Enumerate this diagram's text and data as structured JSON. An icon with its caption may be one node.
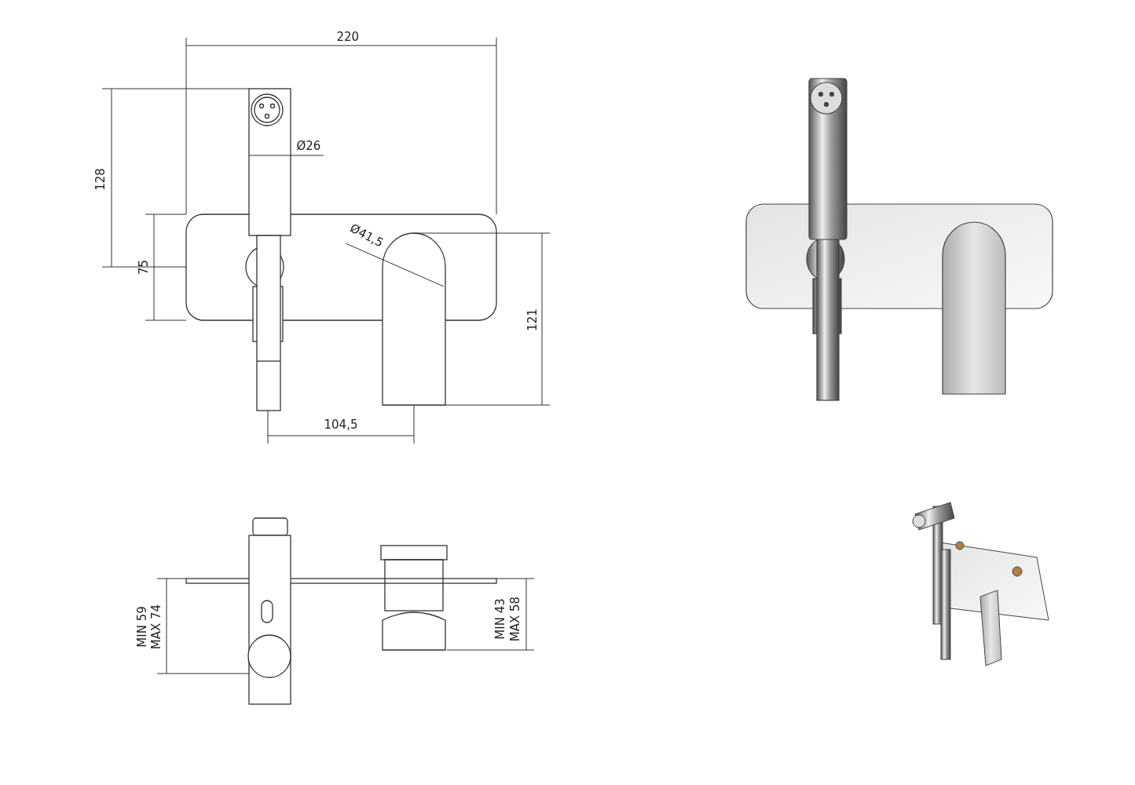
{
  "diagram": {
    "labels": [
      "220",
      "Ø26",
      "128",
      "75",
      "Ø41,5",
      "121",
      "104,5",
      "MIN 59",
      "MAX 74",
      "MIN 43",
      "MAX 58"
    ]
  }
}
